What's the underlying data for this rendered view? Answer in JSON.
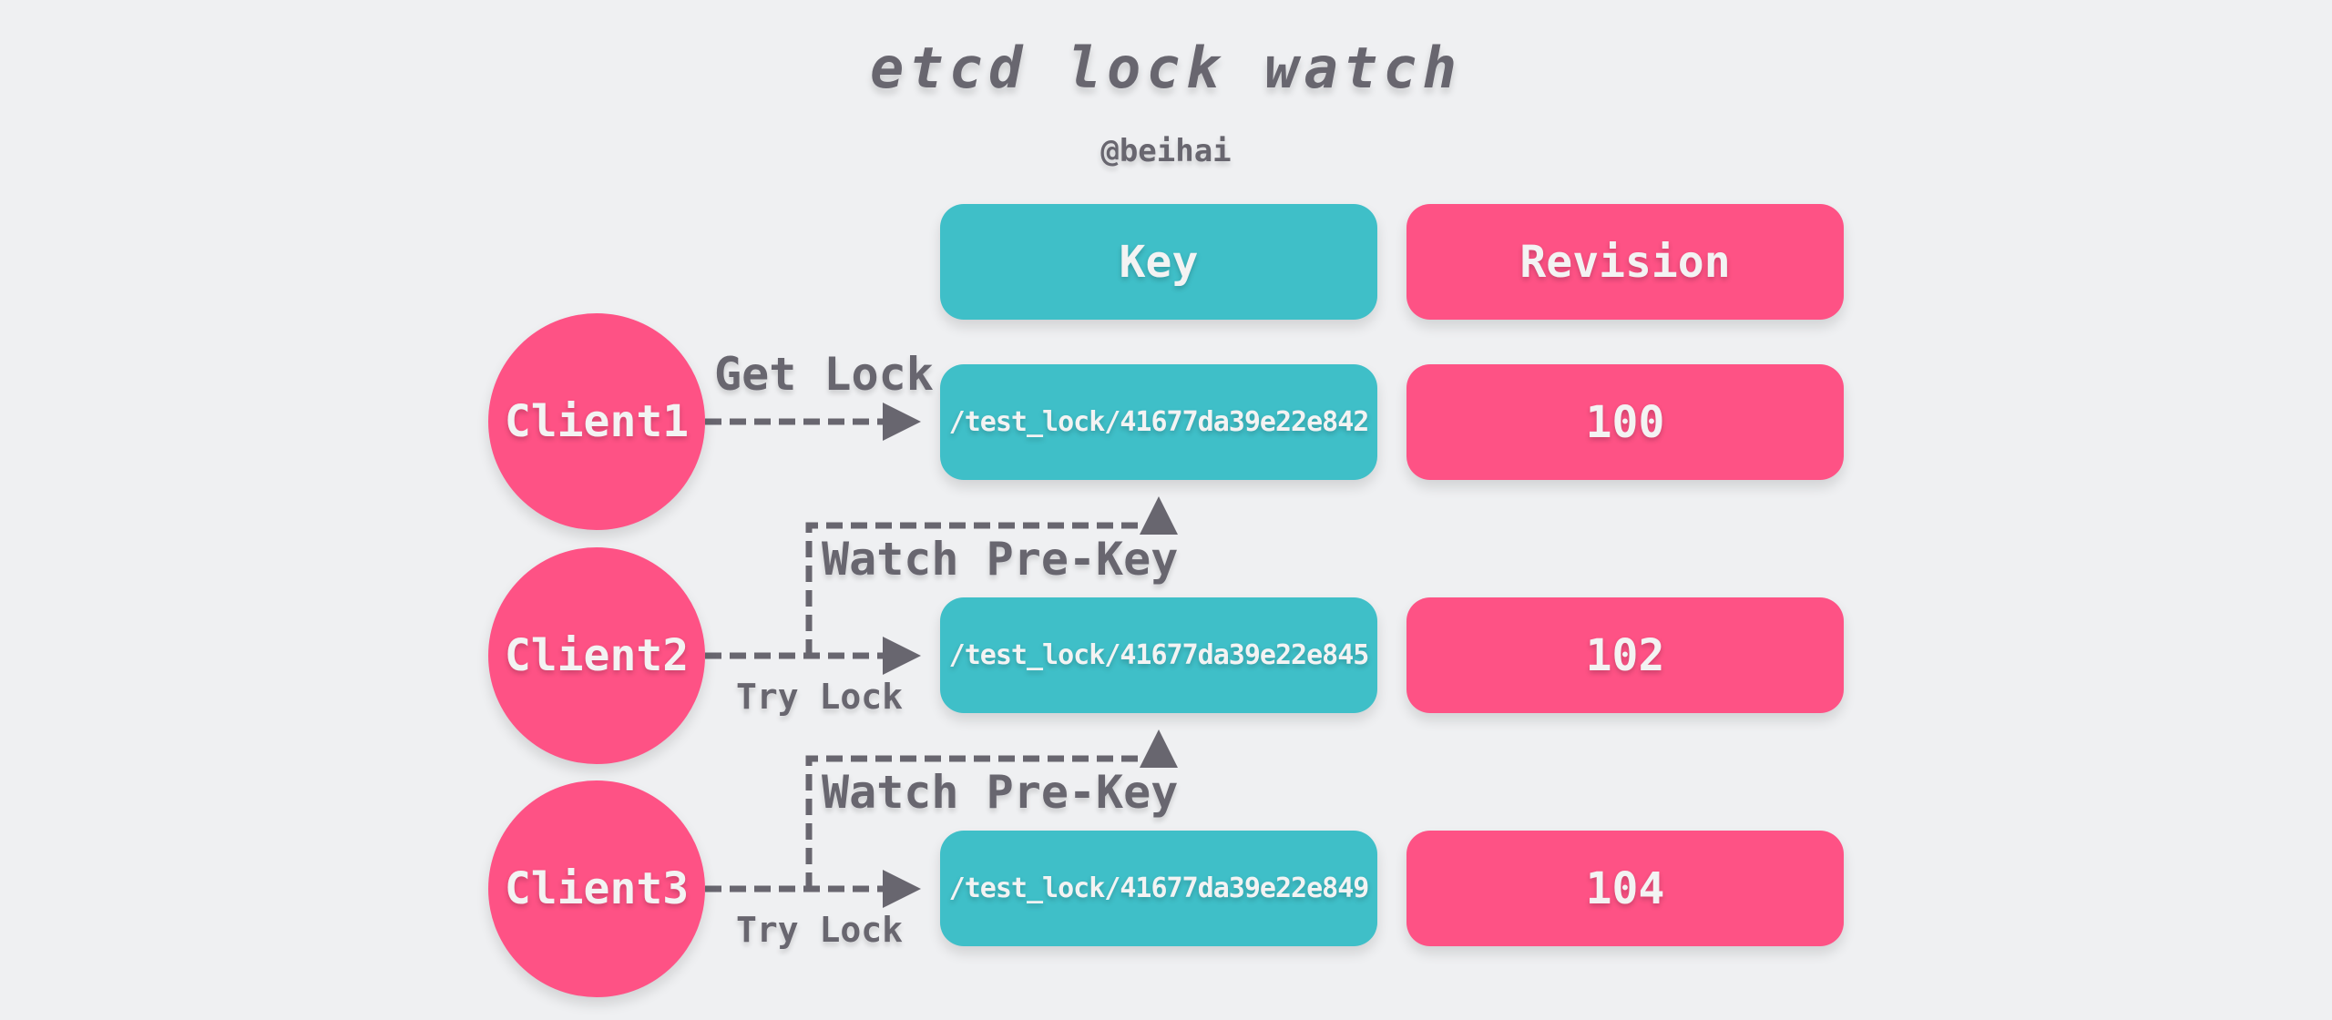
{
  "title": "etcd lock watch",
  "author": "@beihai",
  "colors": {
    "background": "#eff0f2",
    "key_box": "#3fbfc8",
    "revision_box": "#fe5285",
    "client_circle": "#fe5285",
    "text_dark": "#68666f",
    "text_light": "#f3f3f3"
  },
  "headers": {
    "key": "Key",
    "revision": "Revision"
  },
  "rows": [
    {
      "client": "Client1",
      "key": "/test_lock/41677da39e22e842",
      "revision": "100",
      "action": "Get Lock"
    },
    {
      "client": "Client2",
      "key": "/test_lock/41677da39e22e845",
      "revision": "102",
      "action": "Try Lock",
      "watch": "Watch Pre-Key"
    },
    {
      "client": "Client3",
      "key": "/test_lock/41677da39e22e849",
      "revision": "104",
      "action": "Try Lock",
      "watch": "Watch Pre-Key"
    }
  ]
}
